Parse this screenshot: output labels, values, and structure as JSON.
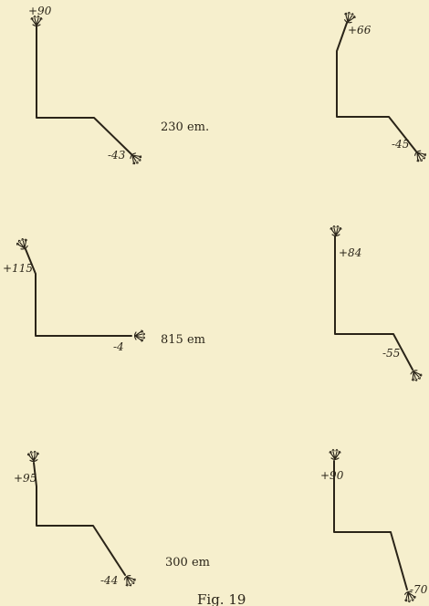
{
  "plants": [
    {
      "angle_top": "+90",
      "angle_bottom": "-43"
    },
    {
      "angle_top": "+66",
      "angle_bottom": "-45"
    },
    {
      "angle_top": "+115",
      "angle_bottom": "-4"
    },
    {
      "angle_top": "+84",
      "angle_bottom": "-55"
    },
    {
      "angle_top": "+95",
      "angle_bottom": "-44"
    },
    {
      "angle_top": "+90",
      "angle_bottom": "-70"
    }
  ],
  "distances": [
    "230 em.",
    "815 em",
    "300 em"
  ],
  "caption": "Fig. 19"
}
